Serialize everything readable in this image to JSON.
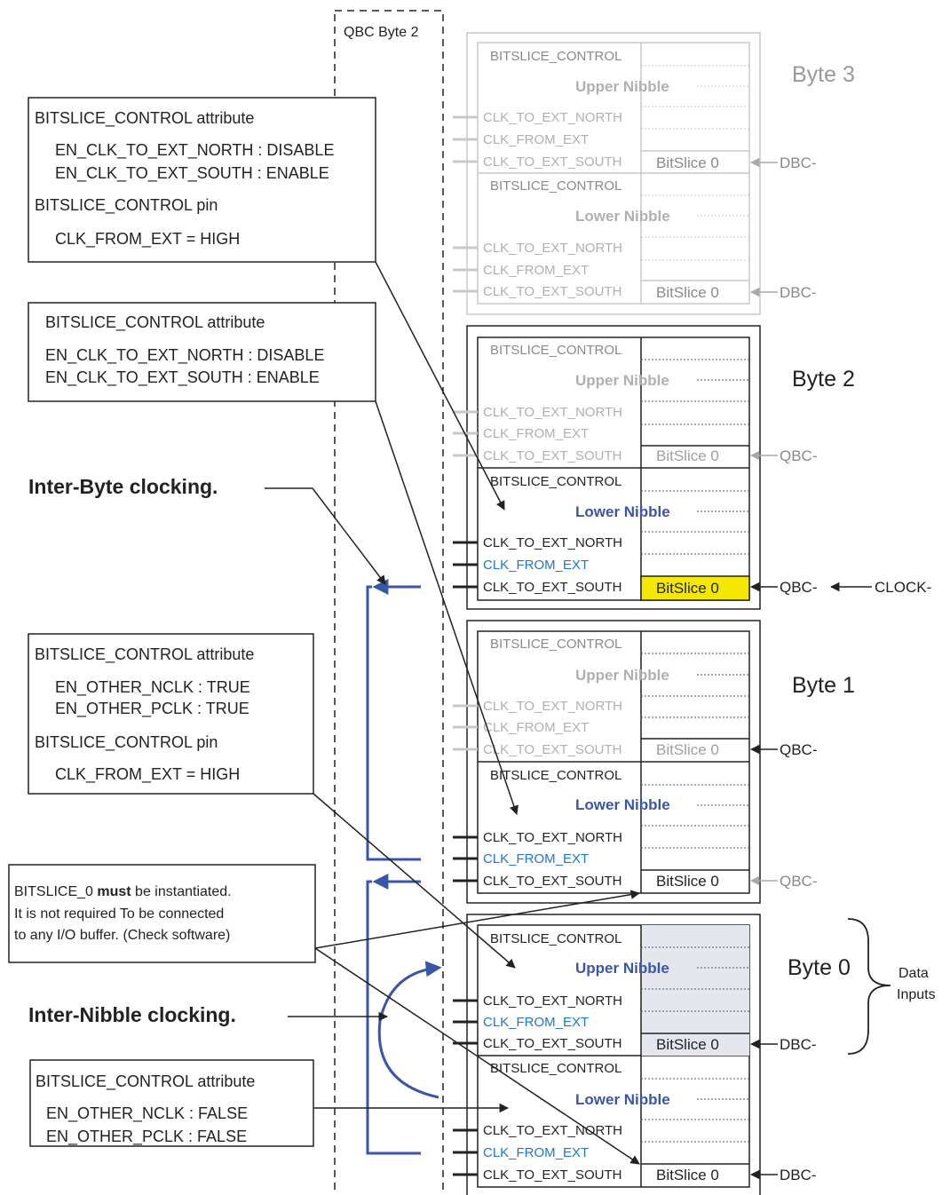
{
  "qbc_label": "QBC Byte 2",
  "labels": {
    "bitslice_control": "BITSLICE_CONTROL",
    "upper_nibble": "Upper Nibble",
    "lower_nibble": "Lower Nibble",
    "clk_to_ext_north": "CLK_TO_EXT_NORTH",
    "clk_from_ext": "CLK_FROM_EXT",
    "clk_to_ext_south": "CLK_TO_EXT_SOUTH",
    "bitslice0": "BitSlice 0"
  },
  "bytes": {
    "b3": {
      "title": "Byte 3",
      "upper_in": "DBC-",
      "lower_in": "DBC-"
    },
    "b2": {
      "title": "Byte 2",
      "upper_in": "QBC-",
      "lower_in": "QBC-",
      "clock": "CLOCK-"
    },
    "b1": {
      "title": "Byte 1",
      "upper_in": "QBC-",
      "lower_in": "QBC-"
    },
    "b0": {
      "title": "Byte 0",
      "upper_in": "DBC-",
      "lower_in": "DBC-"
    }
  },
  "data_inputs": [
    "Data",
    "Inputs"
  ],
  "annotations": {
    "box1": {
      "title": "BITSLICE_CONTROL attribute",
      "lines": [
        "EN_CLK_TO_EXT_NORTH : DISABLE",
        "EN_CLK_TO_EXT_SOUTH : ENABLE"
      ],
      "pin_title": "BITSLICE_CONTROL pin",
      "pin_line": "CLK_FROM_EXT = HIGH"
    },
    "box2": {
      "title": "BITSLICE_CONTROL attribute",
      "lines": [
        "EN_CLK_TO_EXT_NORTH : DISABLE",
        "EN_CLK_TO_EXT_SOUTH : ENABLE"
      ]
    },
    "box3": {
      "title": "BITSLICE_CONTROL attribute",
      "lines": [
        "EN_OTHER_NCLK : TRUE",
        "EN_OTHER_PCLK : TRUE"
      ],
      "pin_title": "BITSLICE_CONTROL pin",
      "pin_line": "CLK_FROM_EXT = HIGH"
    },
    "note": {
      "line1_pre": "BITSLICE_0 ",
      "line1_bold": "must",
      "line1_post": " be instantiated.",
      "line2": "It is not required To be connected",
      "line3": "to any I/O buffer. (Check software)"
    },
    "box5": {
      "title": "BITSLICE_CONTROL attribute",
      "lines": [
        "EN_OTHER_NCLK : FALSE",
        "EN_OTHER_PCLK : FALSE"
      ]
    }
  },
  "inter_byte": "Inter-Byte clocking.",
  "inter_nibble": "Inter-Nibble clocking.",
  "colors": {
    "blue": "#3a56a8",
    "cyan_text": "#1e78c8",
    "highlight": "#f5e800",
    "grey": "#a8a8a8",
    "shade": "#e4e7ee"
  }
}
